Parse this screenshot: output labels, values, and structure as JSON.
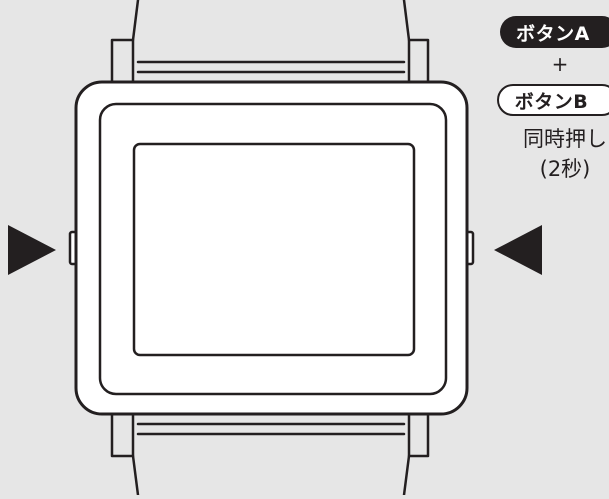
{
  "instructions": {
    "button_a": "ボタンA",
    "plus": "+",
    "button_b": "ボタンB",
    "action": "同時押し",
    "duration": "(2秒)"
  },
  "illustration": {
    "subject": "watch-face",
    "arrows": [
      "left-side-button-arrow",
      "right-side-button-arrow"
    ]
  },
  "colors": {
    "background": "#e6e6e6",
    "outline": "#231f20",
    "fill": "#ffffff",
    "pill_dark": "#231f20"
  }
}
